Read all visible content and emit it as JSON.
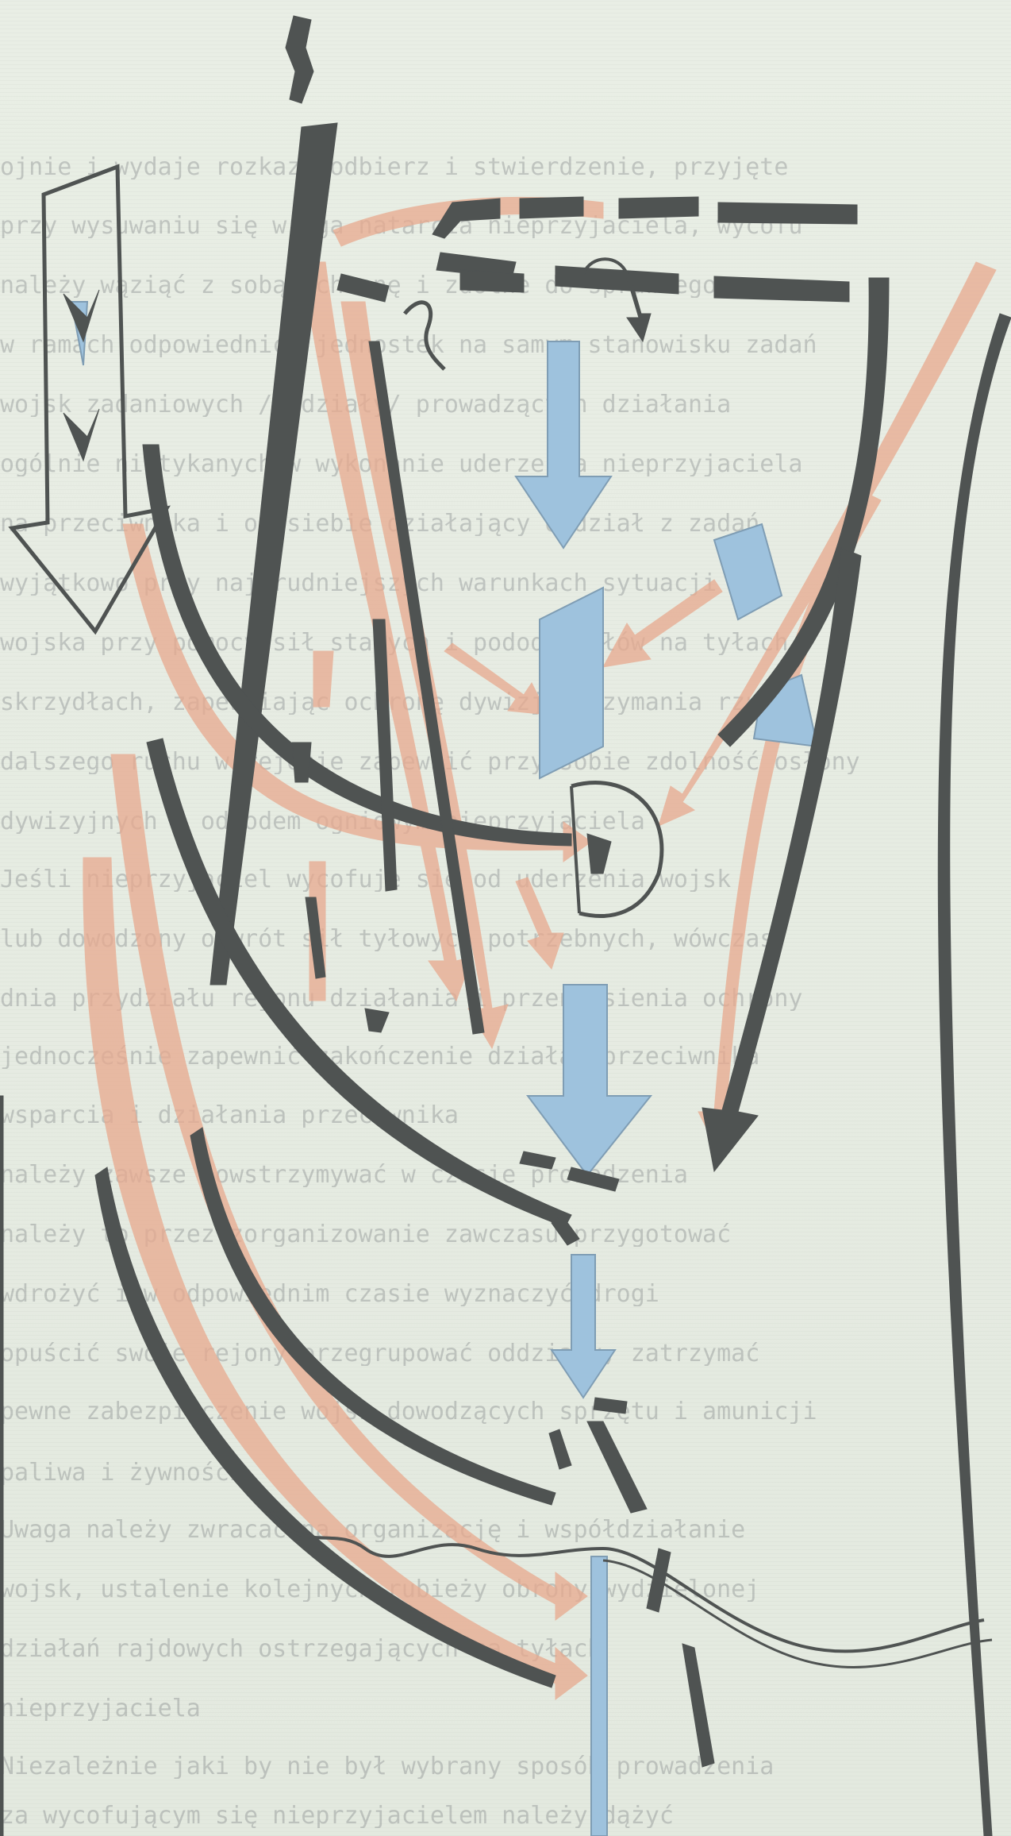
{
  "lines": [
    "ojnie i wydaje rozkazy odbierz i stwierdzenie, przyjęte",
    "przy wysuwaniu się wroga natarcia nieprzyjaciela, wycofu",
    "należy wąziąć z sobą ochronę i zdolne do sprawnego",
    "w ramach odpowiednich jednostek na samym stanowisku zadań",
    "wojsk zadaniowych /oddziały/ prowadzących działania",
    "ogólnie nietykanych w wykonanie uderzenia nieprzyjaciela",
    "na przeciwnika i od siebie działający oddział z zadań",
    "wyjątkowo przy najtrudniejszych warunkach sytuacji",
    "wojska przy pomocy sił stałych i pododdziałów na tyłach",
    "skrzydłach, zapewniając ochronę dywizji trzymania rzutu",
    "dalszego ruchu w rejonie zapewnić przy sobie zdolność osłony",
    "dywizyjnych z odwodem ogniowym nieprzyjaciela",
    "Jeśli nieprzyjaciel wycofuje się od uderzenia wojsk",
    "lub dowodzony odwrót sił tyłowych potrzebnych, wówczas",
    "dnia przydziału rejonu działania i przeniesienia ochrony",
    "jednocześnie zapewnić zakończenie działań przeciwnika",
    "wsparcia i działania przeciwnika",
    "należy zawsze powstrzymywać w czasie prowadzenia",
    "należy to przez zorganizowanie zawczasu przygotować",
    "wdrożyć i w odpowiednim czasie wyznaczyć drogi",
    "opuścić swoje rejony przegrupować oddziały, zatrzymać",
    "pewne zabezpieczenie wojsk dowodzących sprzętu i amunicji",
    "paliwa i żywności",
    "Uwaga należy zwracać na organizację i współdziałanie",
    "wojsk, ustalenie kolejnych rubieży obrony wydzielonej",
    "działań rajdowych ostrzegających na tyłach",
    "nieprzyjaciela",
    "Niezależnie jaki by nie był wybrany sposób prowadzenia",
    "za wycofującym się nieprzyjacielem należy dążyć"
  ],
  "colors": {
    "paper": "#e6ebe2",
    "ink": "#4f5352",
    "red_arrow": "#e8a98e",
    "blue_arrow": "#9ec2dd"
  }
}
